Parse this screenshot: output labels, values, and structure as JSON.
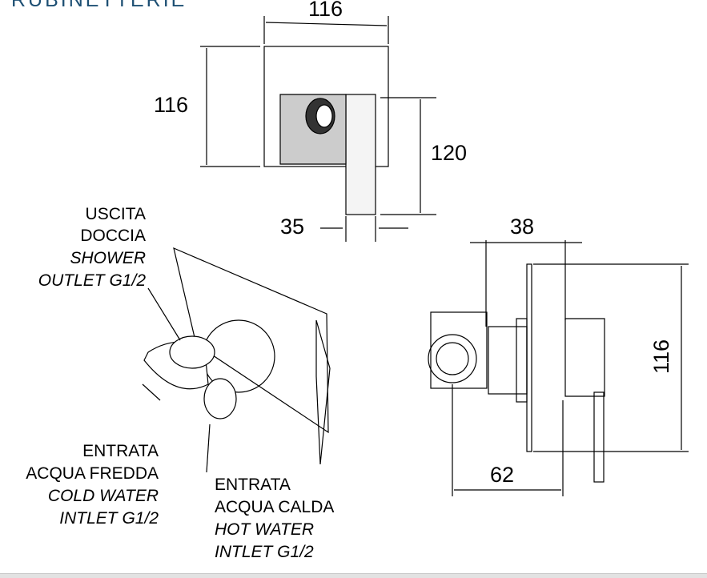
{
  "brand": "RUBINETTERIE",
  "front_view": {
    "width": "116",
    "height": "116",
    "lever_height": "120",
    "lever_width": "35"
  },
  "side_view": {
    "depth_top": "38",
    "height": "116",
    "depth_bottom": "62"
  },
  "labels": {
    "shower_outlet": [
      "USCITA",
      "DOCCIA",
      "SHOWER",
      "OUTLET G1/2"
    ],
    "cold_inlet": [
      "ENTRATA",
      "ACQUA FREDDA",
      "COLD WATER",
      "INTLET G1/2"
    ],
    "hot_inlet": [
      "ENTRATA",
      "ACQUA CALDA",
      "HOT WATER",
      "INTLET G1/2"
    ]
  }
}
